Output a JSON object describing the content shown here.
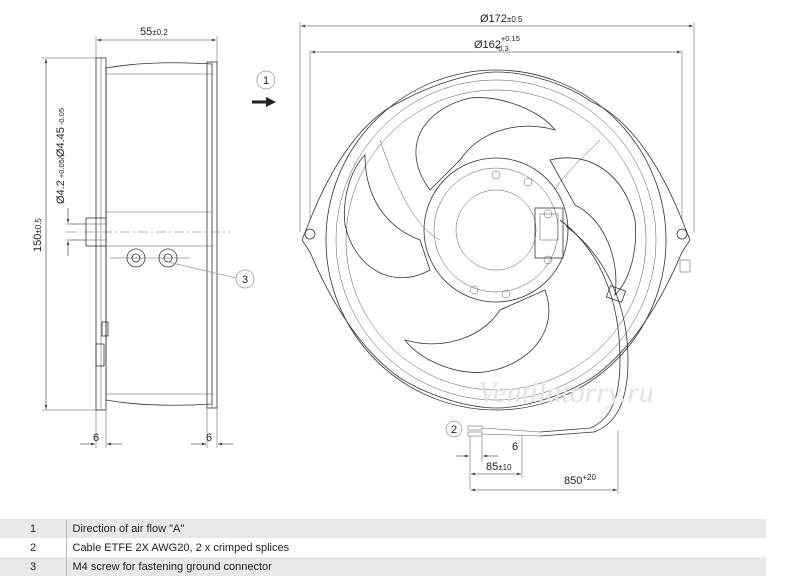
{
  "side_view": {
    "width_dim": "55",
    "width_tol": "±0.2",
    "height_dim": "150",
    "height_tol": "±0.5",
    "hole_small_dim": "Ø4.2",
    "hole_small_tol": "+0.05/",
    "hole_large_dim": "Ø4.45",
    "hole_large_tol": "-0.05",
    "flange_left": "6",
    "flange_right": "6",
    "callout_screw": "3"
  },
  "airflow": {
    "callout": "1"
  },
  "front_view": {
    "outer_dia": "Ø172",
    "outer_tol": "±0.5",
    "inner_dia": "Ø162",
    "inner_tol_upper": "+0.15",
    "inner_tol_lower": "-0.3",
    "callout_cable": "2",
    "strip_dim": "6",
    "splice_dim": "85",
    "splice_tol": "±10",
    "cable_dim": "850",
    "cable_tol": "+20"
  },
  "watermark": "Ventilatorry.ru",
  "legend": [
    {
      "num": "1",
      "text": "Direction of air flow \"A\""
    },
    {
      "num": "2",
      "text": "Cable ETFE 2X AWG20, 2 x crimped splices"
    },
    {
      "num": "3",
      "text": "M4 screw for fastening ground connector"
    }
  ]
}
